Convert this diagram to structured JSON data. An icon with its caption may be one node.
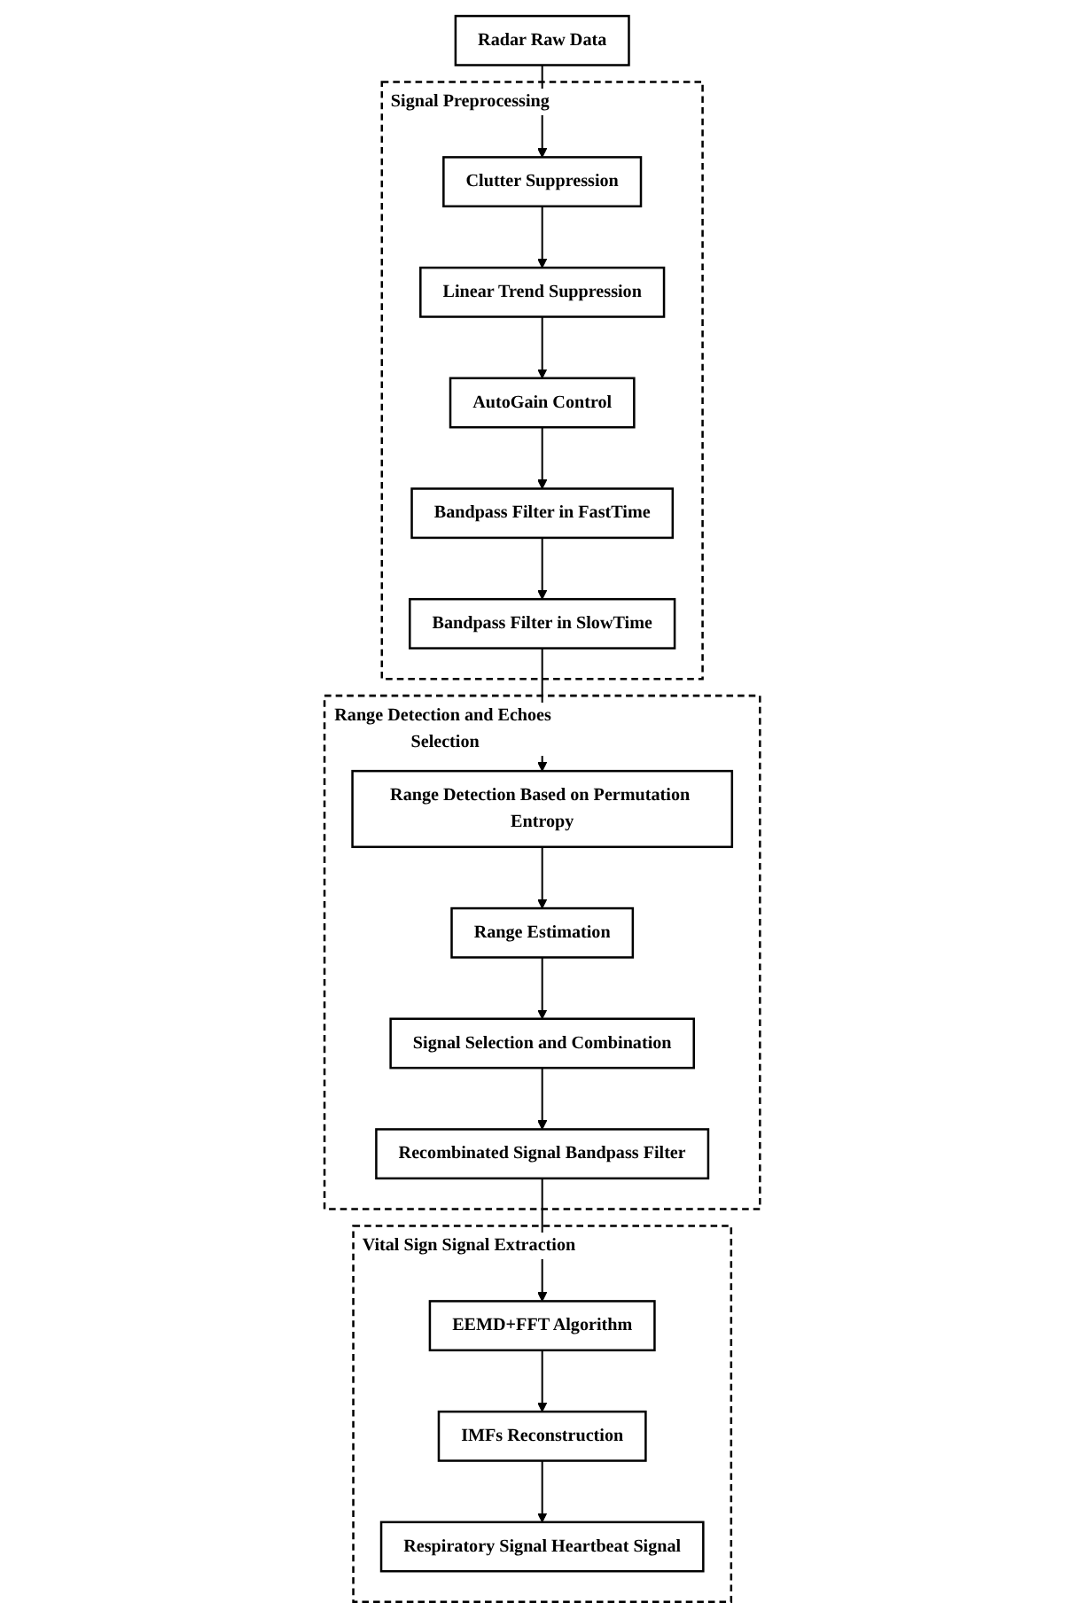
{
  "diagram": {
    "nodes": [
      {
        "text": [
          "Radar Raw Data"
        ]
      },
      {
        "text": [
          "Signal Preprocessing"
        ]
      },
      {
        "text": [
          "Clutter Suppression"
        ],
        "in": 1
      },
      {
        "text": [
          "Linear Trend Suppression"
        ],
        "in": 1
      },
      {
        "text": [
          "AutoGain Control"
        ],
        "in": 1
      },
      {
        "text": [
          "Bandpass Filter in FastTime"
        ],
        "in": 1
      },
      {
        "text": [
          "Bandpass Filter in SlowTime"
        ],
        "in": 1
      },
      {
        "text": [
          "Range Detection and Echoes Selection"
        ]
      },
      {
        "text": [
          "Range Detection Based on Permutation Entropy"
        ],
        "in": 7
      },
      {
        "text": [
          "Range Estimation"
        ],
        "in": 7
      },
      {
        "text": [
          "Signal Selection and Combination"
        ],
        "in": 7
      },
      {
        "text": [
          "Recombinated Signal Bandpass Filter"
        ],
        "in": 7
      },
      {
        "text": [
          "Vital Sign Signal Extraction"
        ]
      },
      {
        "text": [
          "EEMD+FFT Algorithm"
        ],
        "in": 12
      },
      {
        "text": [
          "IMFs Reconstruction"
        ],
        "in": 12
      },
      {
        "text": [
          "Respiratory Signal Heartbeat Signal"
        ],
        "in": 12
      }
    ],
    "edges": [
      {
        "from": 0,
        "to": 2,
        "arrow": "to"
      },
      {
        "from": 2,
        "to": 3,
        "arrow": "to"
      },
      {
        "from": 3,
        "to": 4,
        "arrow": "to"
      },
      {
        "from": 4,
        "to": 5,
        "arrow": "to"
      },
      {
        "from": 5,
        "to": 6,
        "arrow": "to"
      },
      {
        "from": 6,
        "to": 8,
        "arrow": "to"
      },
      {
        "from": 8,
        "to": 9,
        "arrow": "to"
      },
      {
        "from": 9,
        "to": 10,
        "arrow": "to"
      },
      {
        "from": 10,
        "to": 11,
        "arrow": "to"
      },
      {
        "from": 11,
        "to": 13,
        "arrow": "to"
      },
      {
        "from": 13,
        "to": 14,
        "arrow": "to"
      },
      {
        "from": 14,
        "to": 15,
        "arrow": "to"
      }
    ]
  }
}
